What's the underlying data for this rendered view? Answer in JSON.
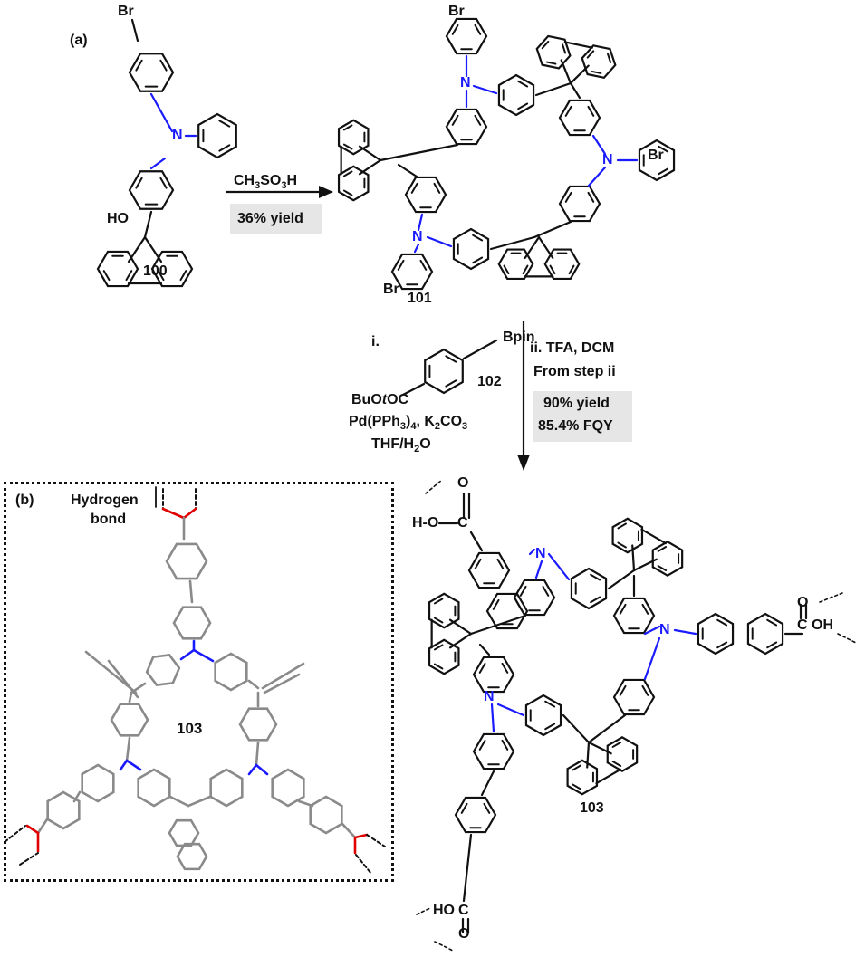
{
  "panel_a": {
    "label": "(a)"
  },
  "panel_b": {
    "label": "(b)",
    "hbond_label_1": "Hydrogen",
    "hbond_label_2": "bond",
    "crystal_label": "103"
  },
  "compound_100": {
    "label": "100",
    "br": "Br",
    "n": "N",
    "oh": "HO"
  },
  "step1": {
    "reagent": "CH3SO3H",
    "yield": "36% yield"
  },
  "compound_101": {
    "label": "101",
    "br": "Br",
    "n": "N"
  },
  "step2": {
    "i_label": "i.",
    "bpin": "Bpin",
    "reagent_label": "102",
    "ester": "BuOtOC",
    "catalyst": "Pd(PPh3)4, K2CO3",
    "solvent": "THF/H2O",
    "ii_label": "ii. TFA, DCM",
    "from_step": "From step ii",
    "yield": "90% yield",
    "fqy": "85.4% FQY"
  },
  "compound_103": {
    "label": "103",
    "n": "N",
    "acid_top": "H-O",
    "acid_right": "OH",
    "acid_bottom": "HO",
    "o": "O",
    "c": "C"
  },
  "colors": {
    "nitrogen": "#1a1aff",
    "oxygen": "#e00000",
    "crystal_bond": "#8a8a8a",
    "yield_box": "#e6e6e6"
  }
}
